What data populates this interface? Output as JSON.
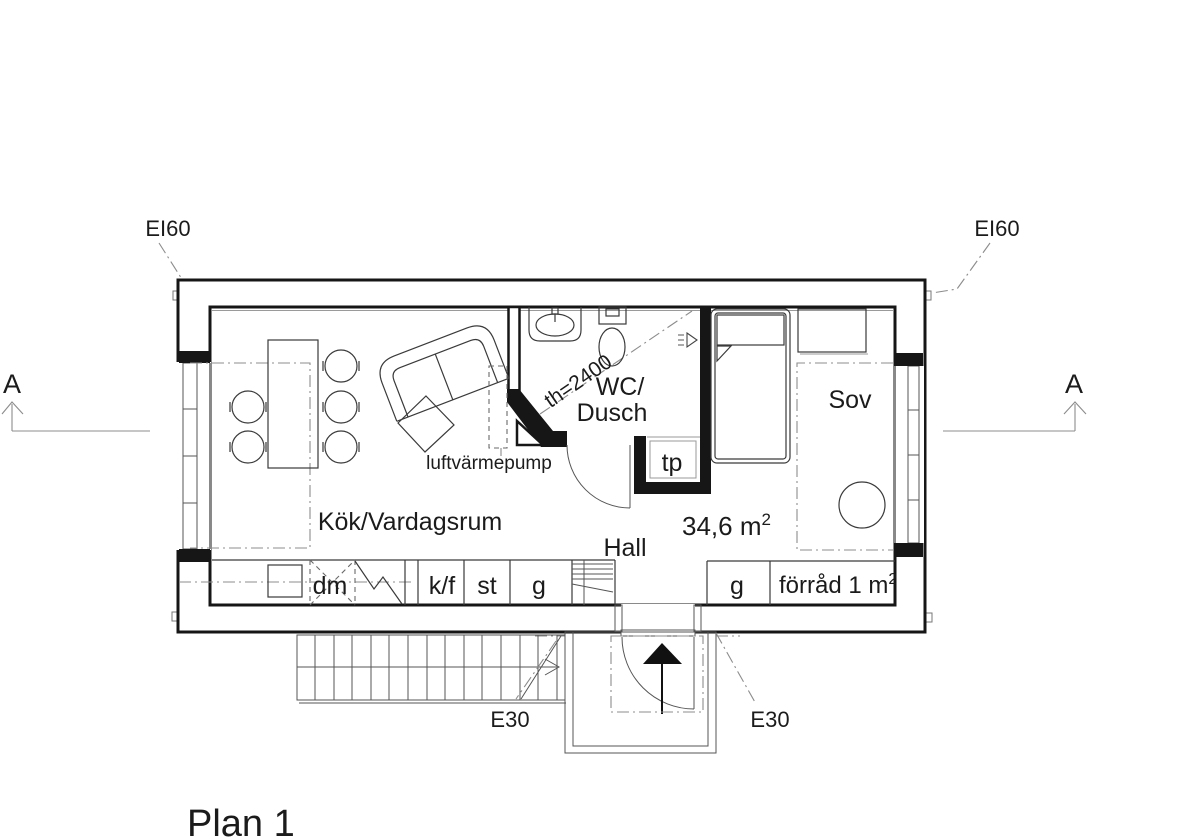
{
  "drawing_title": "Plan 1",
  "colors": {
    "ink": "#161616",
    "muted_line": "#8c8c8c",
    "background": "#ffffff"
  },
  "fire_ratings": {
    "wall_left": "EI60",
    "wall_right": "EI60",
    "door_left": "E30",
    "door_right": "E30"
  },
  "section_markers": {
    "left": "A",
    "right": "A"
  },
  "rooms": {
    "kitchen_living": "Kök/Vardagsrum",
    "wc_line1": "WC/",
    "wc_line2": "Dusch",
    "hall": "Hall",
    "bedroom": "Sov"
  },
  "annotations": {
    "ceiling_height": "th=2400",
    "heat_pump": "luftvärmepump",
    "area_value": "34,6 m",
    "area_sup": "2",
    "storage_value": "förråd 1 m",
    "storage_sup": "2"
  },
  "fixtures": {
    "dishwasher": "dm",
    "fridge_freezer": "k/f",
    "tall_cabinet": "st",
    "wardrobe_kitchen": "g",
    "wardrobe_hall": "g",
    "laundry_tower": "tp"
  }
}
